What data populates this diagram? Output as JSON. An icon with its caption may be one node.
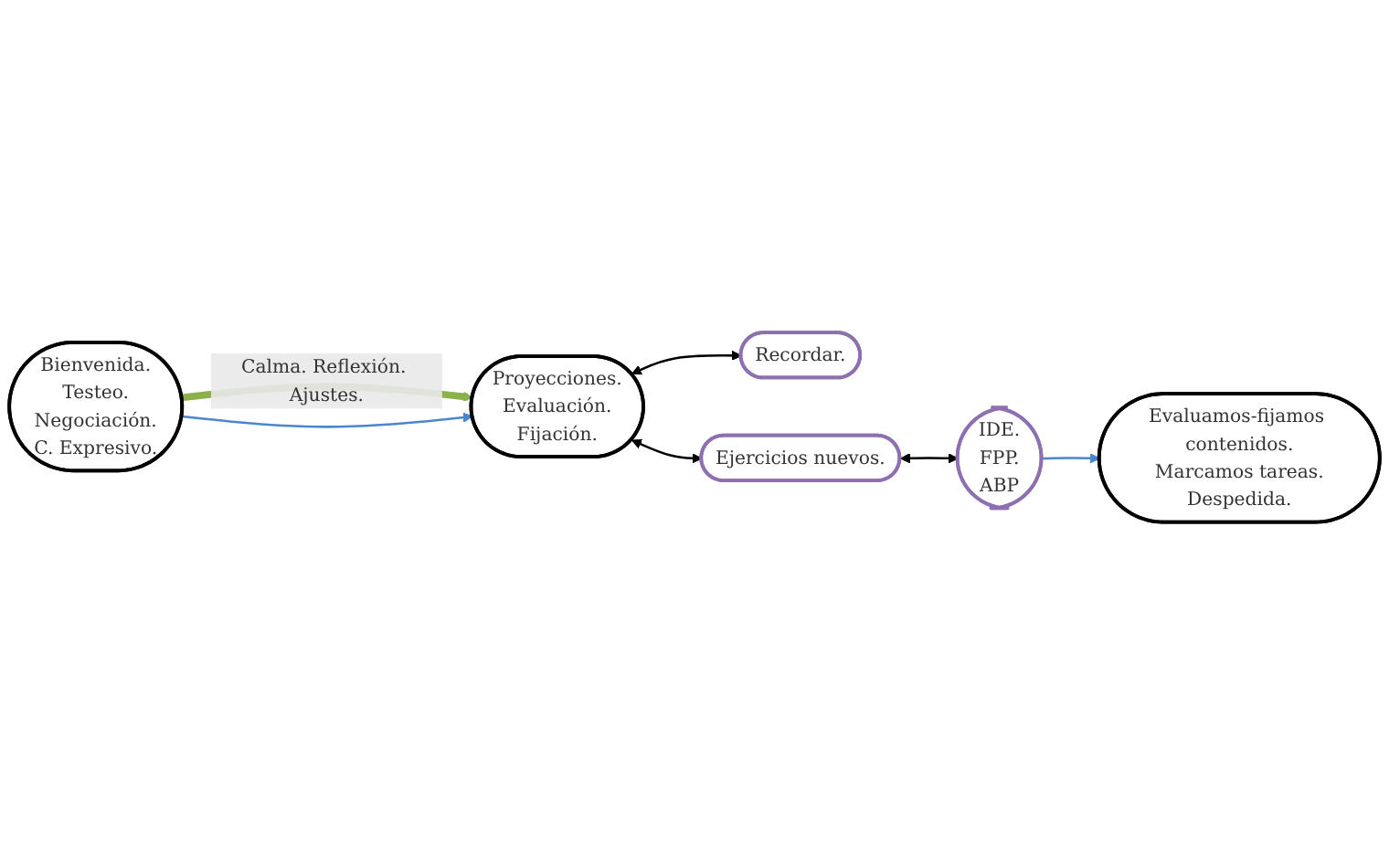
{
  "diagram": {
    "nodes": [
      {
        "text": [
          "Bienvenida.",
          "Testeo.",
          "Negociación.",
          "C. Expresivo."
        ]
      },
      {
        "text": [
          "Proyecciones.",
          "Evaluación.",
          "Fijación."
        ]
      },
      {
        "text": [
          "Recordar."
        ]
      },
      {
        "text": [
          "Ejercicios nuevos."
        ]
      },
      {
        "text": [
          "Evaluamos-fijamos contenidos.",
          "Marcamos tareas.",
          "Despedida."
        ]
      },
      {
        "text": [
          "IDE.",
          "FPP.",
          "ABP"
        ]
      }
    ],
    "edges": [
      {
        "from": 0,
        "to": 1,
        "arrow": "to",
        "label": "Calma. Reflexión. Ajustes.",
        "style": "thick",
        "color": "#8cb04a"
      },
      {
        "from": 0,
        "to": 1,
        "arrow": "to",
        "color": "#4a86d0"
      },
      {
        "from": 1,
        "to": 2,
        "arrow": "both"
      },
      {
        "from": 1,
        "to": 3,
        "arrow": "both"
      },
      {
        "from": 3,
        "to": 5,
        "arrow": "both"
      },
      {
        "from": 5,
        "to": 4,
        "arrow": "to",
        "color": "#4a86d0"
      }
    ]
  }
}
